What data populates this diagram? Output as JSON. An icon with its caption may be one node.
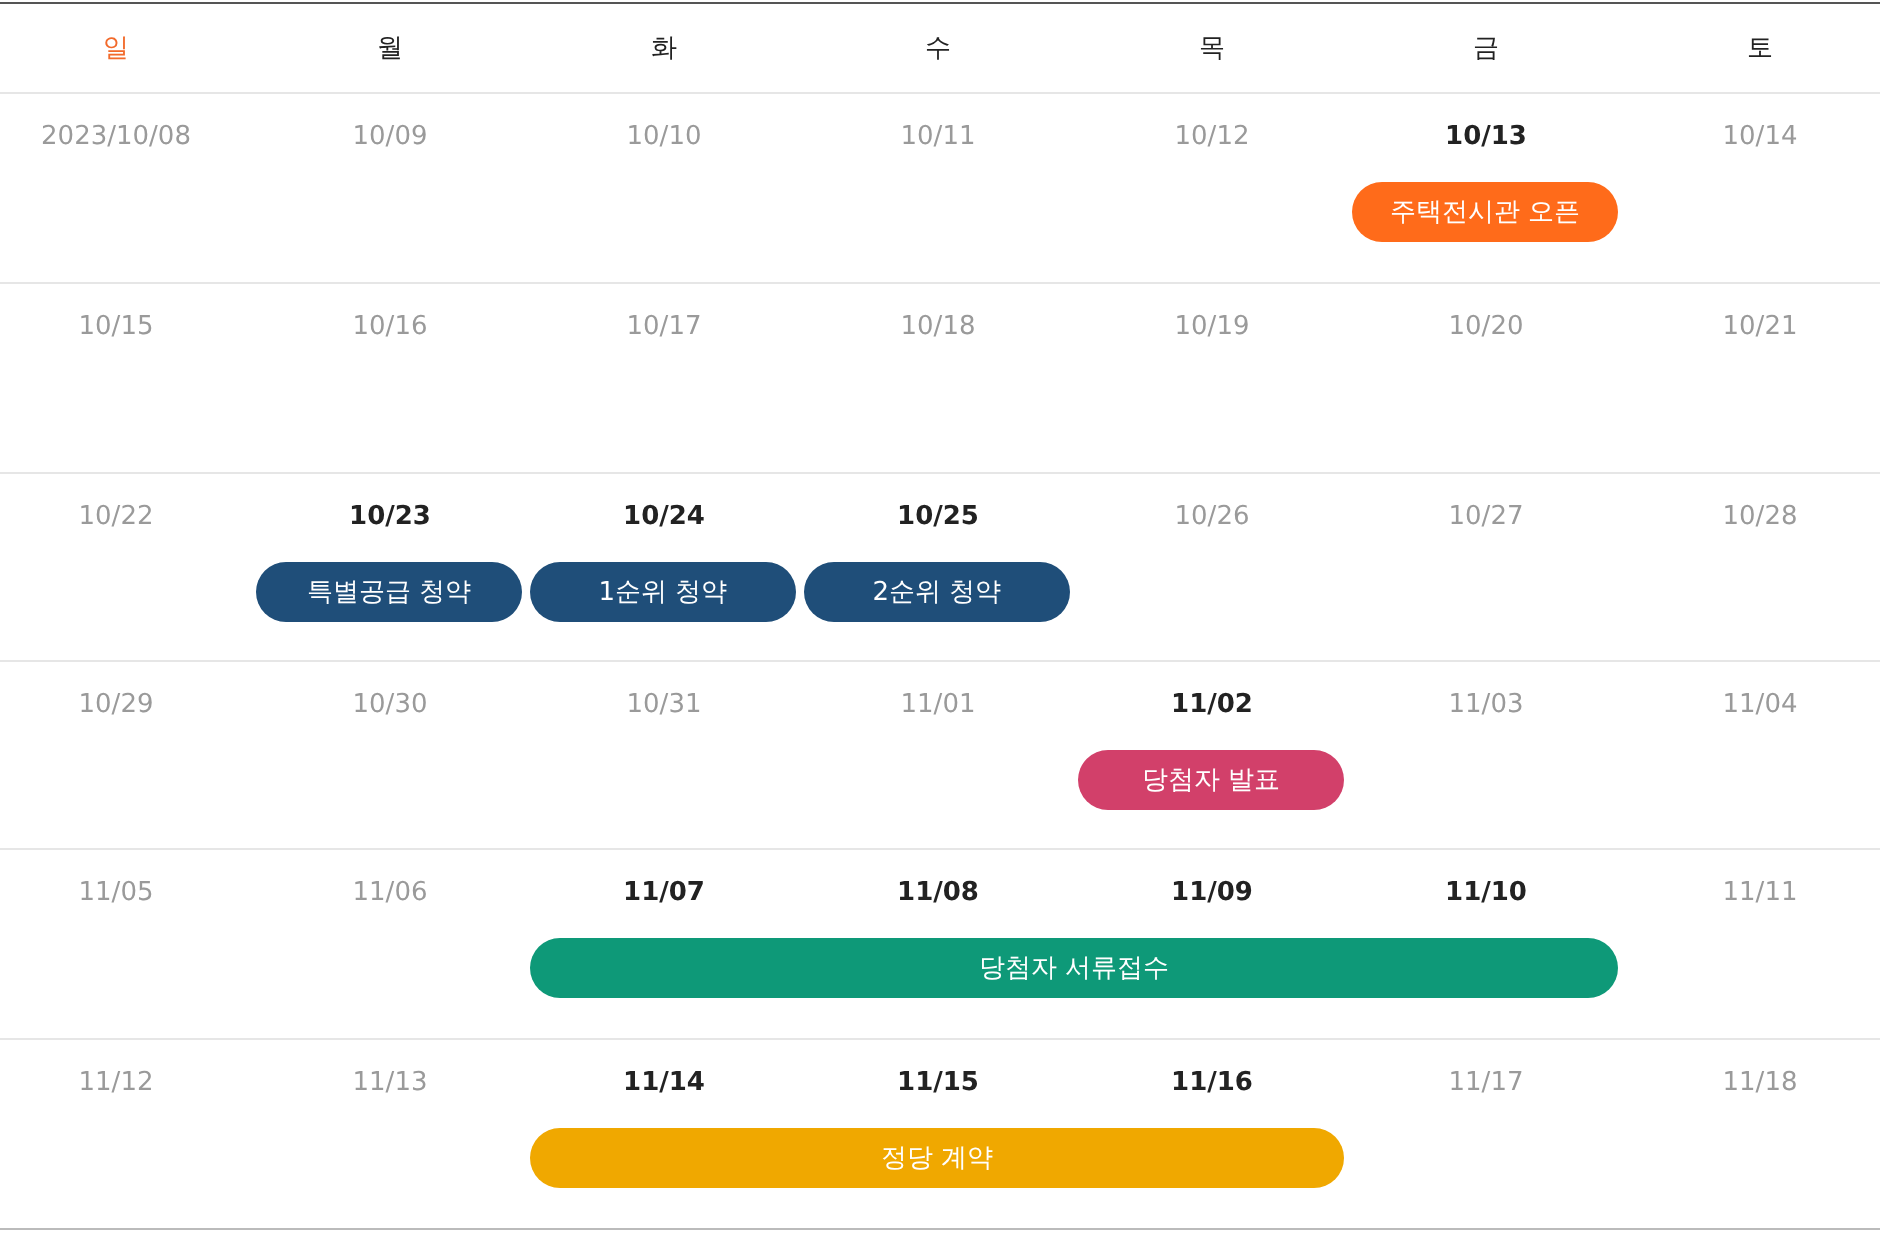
{
  "diagram": {
    "nodes": [
      {
        "text": [
          "주택전시관 오픈"
        ]
      },
      {
        "text": [
          "특별공급 청약"
        ]
      },
      {
        "text": [
          "1순위 청약"
        ]
      },
      {
        "text": [
          "2순위 청약"
        ]
      },
      {
        "text": [
          "당첨자 발표"
        ]
      },
      {
        "text": [
          "당첨자 서류접수"
        ]
      },
      {
        "text": [
          "정당 계약"
        ]
      }
    ],
    "labels": [
      "일",
      "월",
      "화",
      "수",
      "목",
      "금",
      "토",
      "2023/10/08",
      "10/09",
      "10/10",
      "10/11",
      "10/12",
      "10/13",
      "10/14",
      "10/15",
      "10/16",
      "10/17",
      "10/18",
      "10/19",
      "10/20",
      "10/21",
      "10/22",
      "10/23",
      "10/24",
      "10/25",
      "10/26",
      "10/27",
      "10/28",
      "10/29",
      "10/30",
      "10/31",
      "11/01",
      "11/02",
      "11/03",
      "11/04",
      "11/05",
      "11/06",
      "11/07",
      "11/08",
      "11/09",
      "11/10",
      "11/11",
      "11/12",
      "11/13",
      "11/14",
      "11/15",
      "11/16",
      "11/17",
      "11/18"
    ]
  }
}
